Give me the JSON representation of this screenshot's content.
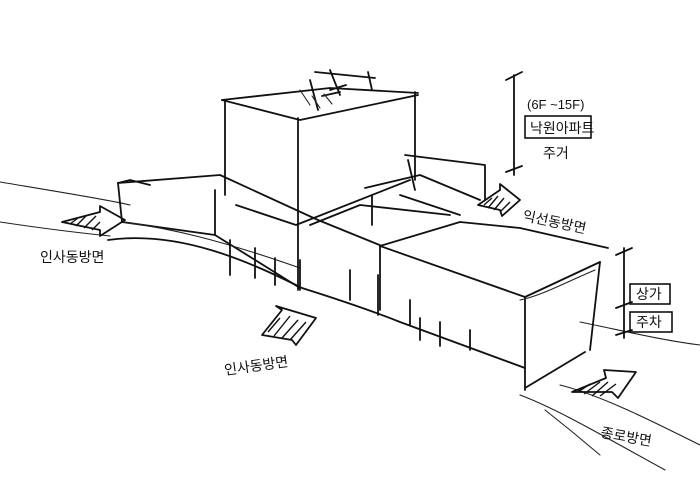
{
  "labels": {
    "floors": "(6F ~15F)",
    "apartment": "낙원아파트",
    "residence": "주거",
    "east_direction": "익선동방면",
    "west_direction": "인사동방면",
    "insa_direction": "인사동방면",
    "jongno_direction": "종로방면",
    "shops": "상가",
    "parking": "주차"
  },
  "colors": {
    "ink": "#111111",
    "paper": "#ffffff"
  }
}
